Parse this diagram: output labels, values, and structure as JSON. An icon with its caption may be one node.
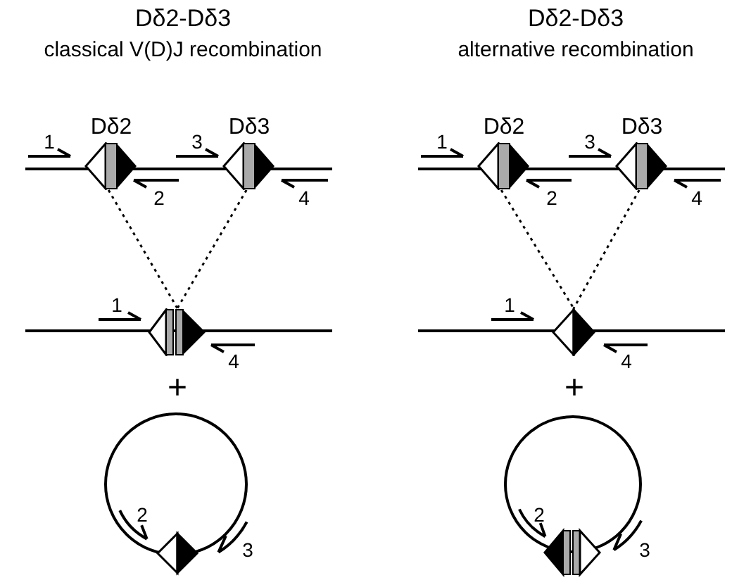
{
  "diagram": {
    "nodes": [
      {
        "text": [
          "Dδ2"
        ]
      },
      {
        "text": [
          "Dδ3"
        ]
      },
      {
        "text": [],
        "shape": "diamond"
      },
      {
        "text": [
          "Dδ2"
        ]
      },
      {
        "text": [
          "Dδ3"
        ]
      },
      {
        "text": [],
        "shape": "diamond"
      }
    ],
    "edges": [
      {
        "from": 0,
        "to": 2,
        "arrow": "none",
        "style": "dashed"
      },
      {
        "from": 1,
        "to": 2,
        "arrow": "none",
        "style": "dashed"
      },
      {
        "from": 3,
        "to": 5,
        "arrow": "none",
        "style": "dashed"
      },
      {
        "from": 4,
        "to": 5,
        "arrow": "none",
        "style": "dashed"
      }
    ],
    "labels": [
      "Dδ2-Dδ3",
      "classical V(D)J recombination",
      "Dδ2-Dδ3",
      "alternative recombination",
      "1",
      "3",
      "1",
      "3",
      "2",
      "4",
      "2",
      "4",
      "1",
      "1",
      "4",
      "4",
      "+",
      "+",
      "2",
      "2",
      "3",
      "3"
    ]
  }
}
